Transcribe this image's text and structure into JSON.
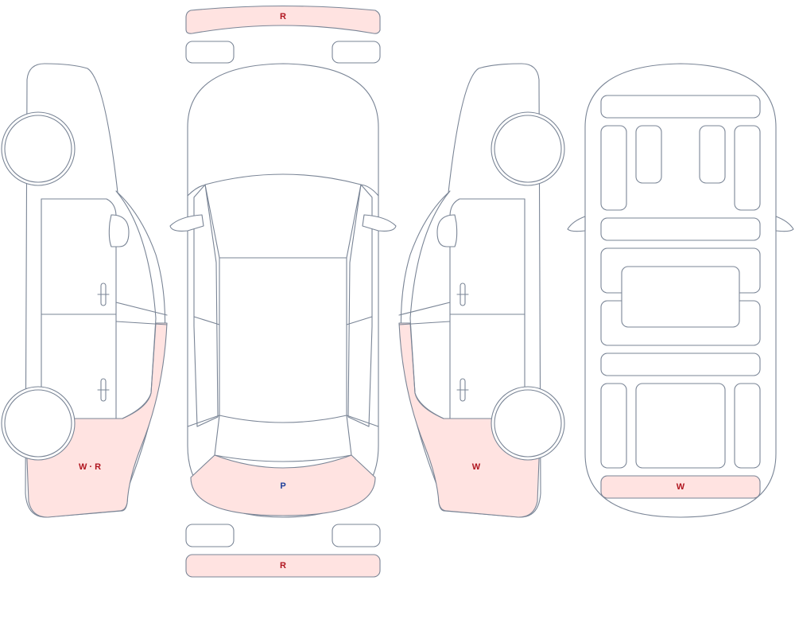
{
  "colors": {
    "outline": "#7a8596",
    "damage_fill": "#ffe3e1",
    "label_red": "#b0151f",
    "label_blue": "#1f3f9a",
    "background": "#ffffff"
  },
  "labels": {
    "front_bumper": "R",
    "rear_bumper": "R",
    "left_rear_quarter": "W · R",
    "right_rear_quarter": "W",
    "trunk_lid": "P",
    "underbody_rear": "W"
  },
  "label_colors": {
    "front_bumper": "#b0151f",
    "rear_bumper": "#b0151f",
    "left_rear_quarter": "#b0151f",
    "right_rear_quarter": "#b0151f",
    "trunk_lid": "#1f3f9a",
    "underbody_rear": "#b0151f"
  }
}
